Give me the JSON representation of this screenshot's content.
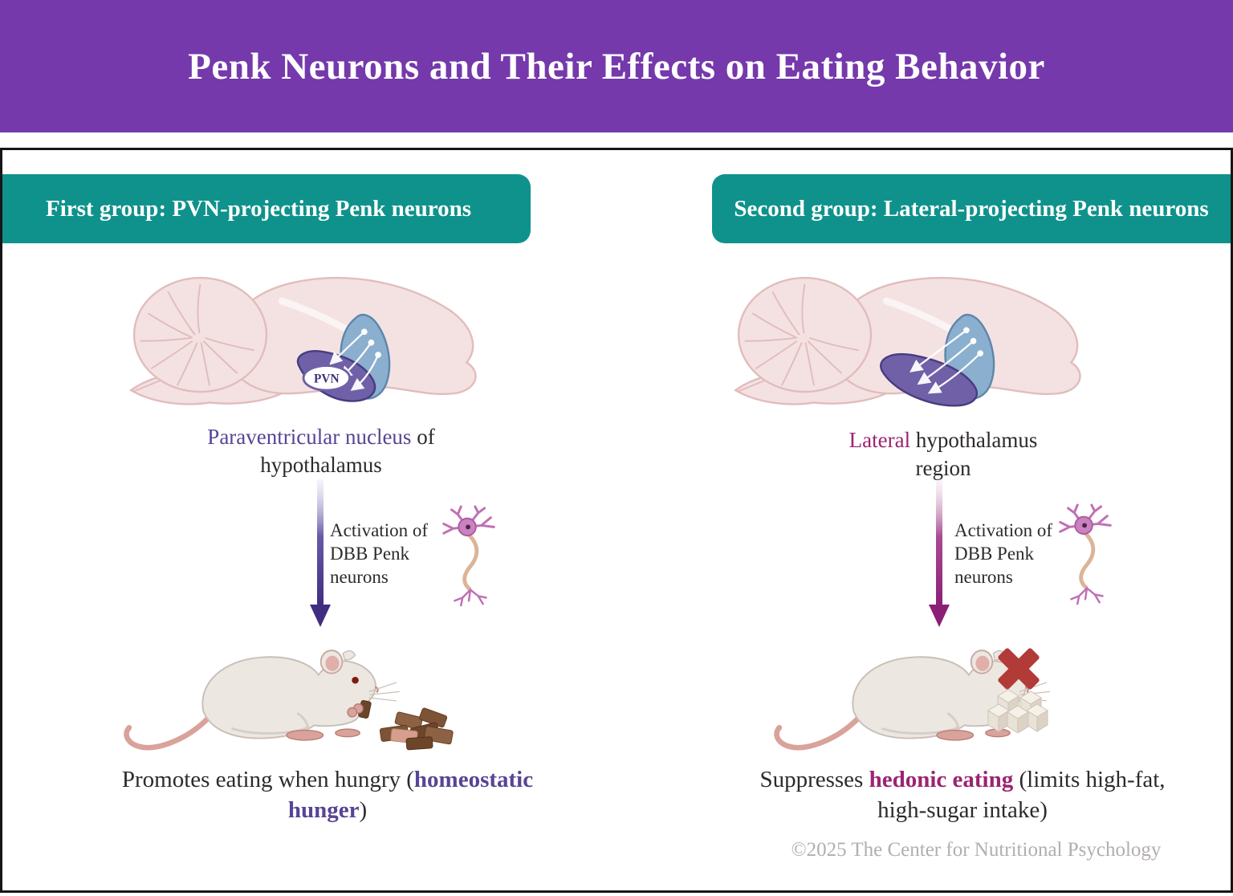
{
  "header": {
    "title": "Penk Neurons and Their Effects on Eating Behavior"
  },
  "groups": [
    {
      "banner": "First group: PVN-projecting Penk neurons",
      "region_label_highlight": "Paraventricular nucleus",
      "region_label_rest": " of\nhypothalamus",
      "brain_region_tag": "PVN",
      "activation_label": "Activation of\nDBB Penk\nneurons",
      "outcome_prefix": "Promotes eating when hungry (",
      "outcome_highlight": "homeostatic\nhunger",
      "outcome_suffix": ")"
    },
    {
      "banner": "Second group: Lateral-projecting Penk neurons",
      "region_label_highlight": "Lateral",
      "region_label_rest": " hypothalamus\nregion",
      "activation_label": "Activation of\nDBB Penk\nneurons",
      "outcome_prefix": "Suppresses ",
      "outcome_highlight": "hedonic eating",
      "outcome_suffix": " (limits high-fat,\nhigh-sugar intake)"
    }
  ],
  "footer": {
    "copyright": "©2025 The Center for Nutritional Psychology"
  },
  "colors": {
    "header_bg": "#7539AB",
    "banner_bg": "#0F928C",
    "purple_highlight": "#584494",
    "magenta_highlight": "#9C2471",
    "arrow_pvn": "#3F2E80",
    "arrow_lateral": "#8B1F76",
    "x_mark_red": "#B23B38",
    "body_text": "#2E2A2B",
    "copyright_gray": "#B2ADB1",
    "panel_border": "#161616"
  }
}
